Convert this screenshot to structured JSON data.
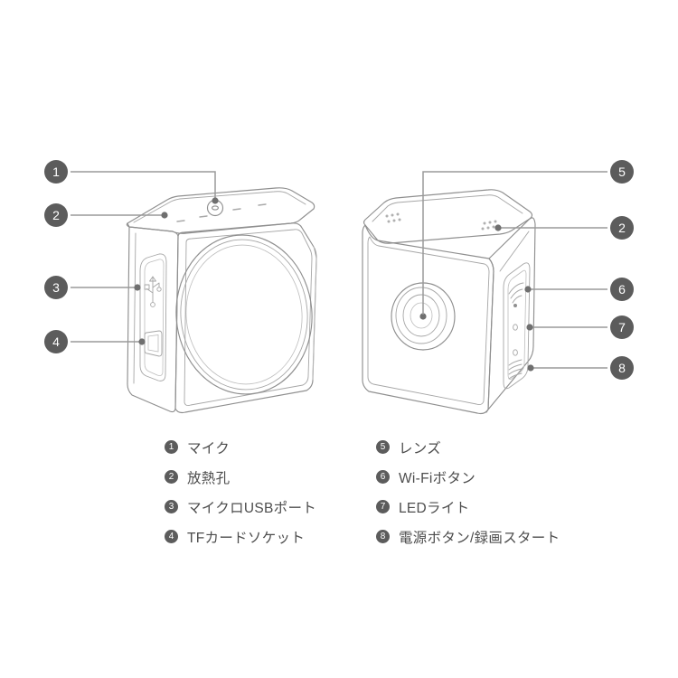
{
  "page": {
    "background_color": "#ffffff",
    "line_color": "#8c8c8c",
    "badge_color": "#5c5c5c",
    "badge_text_color": "#ffffff",
    "text_color": "#4d4d4d"
  },
  "devices": [
    {
      "name": "left-device-rear-three-quarter-view",
      "description": "action camera body, rear three-quarter view",
      "features": [
        "microphone",
        "heat vents",
        "micro USB port",
        "TF card socket",
        "circular rear panel"
      ]
    },
    {
      "name": "right-device-front-three-quarter-view",
      "description": "action camera body, front three-quarter view",
      "features": [
        "lens",
        "heat vents",
        "Wi-Fi button",
        "LED lights",
        "power/record button"
      ]
    }
  ],
  "callouts": [
    {
      "number": "1",
      "side": "left",
      "target": "microphone"
    },
    {
      "number": "2",
      "side": "left",
      "target": "heat-vent"
    },
    {
      "number": "3",
      "side": "left",
      "target": "micro-usb-port"
    },
    {
      "number": "4",
      "side": "left",
      "target": "tf-card-socket"
    },
    {
      "number": "5",
      "side": "right",
      "target": "lens"
    },
    {
      "number": "2",
      "side": "right",
      "target": "heat-vent"
    },
    {
      "number": "6",
      "side": "right",
      "target": "wifi-button"
    },
    {
      "number": "7",
      "side": "right",
      "target": "led-light"
    },
    {
      "number": "8",
      "side": "right",
      "target": "power-record-button"
    }
  ],
  "legend": {
    "left_column": [
      {
        "number": "1",
        "label": "マイク"
      },
      {
        "number": "2",
        "label": "放熱孔"
      },
      {
        "number": "3",
        "label": "マイクロUSBポート"
      },
      {
        "number": "4",
        "label": "TFカードソケット"
      }
    ],
    "right_column": [
      {
        "number": "5",
        "label": "レンズ"
      },
      {
        "number": "6",
        "label": "Wi-Fiボタン"
      },
      {
        "number": "7",
        "label": "LEDライト"
      },
      {
        "number": "8",
        "label": "電源ボタン/録画スタート"
      }
    ]
  }
}
